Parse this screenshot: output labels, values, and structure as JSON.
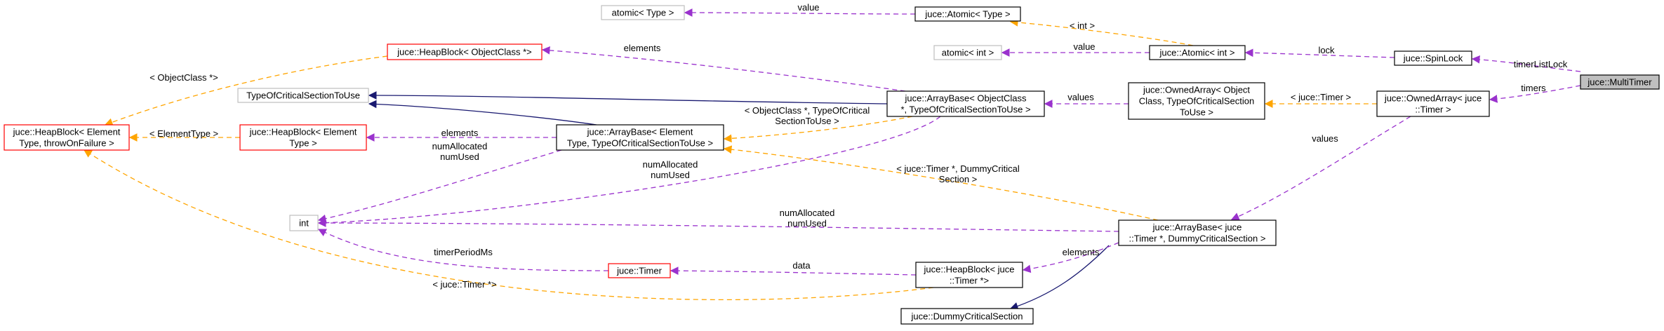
{
  "colors": {
    "usage": "#9a32cd",
    "template": "#ffa500",
    "inheritance": "#191970",
    "incomplete_border": "#ff0000",
    "external_border": "#bfbfbf",
    "normal_border": "#000000",
    "focus_fill": "#bfbfbf"
  },
  "nodes": {
    "multitimer": {
      "lines": [
        "juce::MultiTimer"
      ]
    },
    "spinlock": {
      "lines": [
        "juce::SpinLock"
      ]
    },
    "ownedarray_timer": {
      "lines": [
        "juce::OwnedArray< juce",
        "::Timer >"
      ]
    },
    "atomic_int": {
      "lines": [
        "juce::Atomic< int >"
      ]
    },
    "atomic_type": {
      "lines": [
        "juce::Atomic< Type >"
      ]
    },
    "std_atomic_type": {
      "lines": [
        "atomic< Type >"
      ]
    },
    "std_atomic_int": {
      "lines": [
        "atomic< int >"
      ]
    },
    "ownedarray_objclass": {
      "lines": [
        "juce::OwnedArray< Object",
        "Class, TypeOfCriticalSection",
        "ToUse >"
      ]
    },
    "arraybase_objclass": {
      "lines": [
        "juce::ArrayBase< ObjectClass",
        " *, TypeOfCriticalSectionToUse >"
      ]
    },
    "heapblock_objclass": {
      "lines": [
        "juce::HeapBlock< ObjectClass *>"
      ]
    },
    "typeofcs": {
      "lines": [
        "TypeOfCriticalSectionToUse"
      ]
    },
    "heapblock_generic": {
      "lines": [
        "juce::HeapBlock< Element",
        "Type, throwOnFailure >"
      ]
    },
    "heapblock_elemtype": {
      "lines": [
        "juce::HeapBlock< Element",
        "Type >"
      ]
    },
    "arraybase_elem": {
      "lines": [
        "juce::ArrayBase< Element",
        "Type, TypeOfCriticalSectionToUse >"
      ]
    },
    "int": {
      "lines": [
        "int"
      ]
    },
    "timer": {
      "lines": [
        "juce::Timer"
      ]
    },
    "arraybase_timer": {
      "lines": [
        "juce::ArrayBase< juce",
        "::Timer *, DummyCriticalSection >"
      ]
    },
    "heapblock_timer": {
      "lines": [
        "juce::HeapBlock< juce",
        "::Timer *>"
      ]
    },
    "dummycs": {
      "lines": [
        "juce::DummyCriticalSection"
      ]
    }
  },
  "edges": {
    "timerListLock": {
      "lines": [
        "timerListLock"
      ]
    },
    "timers": {
      "lines": [
        "timers"
      ]
    },
    "lock": {
      "lines": [
        "lock"
      ]
    },
    "value_int": {
      "lines": [
        "value"
      ]
    },
    "value_type": {
      "lines": [
        "value"
      ]
    },
    "int_tmpl": {
      "lines": [
        "< int >"
      ]
    },
    "values_objclass": {
      "lines": [
        "values"
      ]
    },
    "juce_timer_tmpl": {
      "lines": [
        "< juce::Timer >"
      ]
    },
    "elements_objclass": {
      "lines": [
        "elements"
      ]
    },
    "objclass_tmpl": {
      "lines": [
        "< ObjectClass *>"
      ]
    },
    "elementtype_tmpl": {
      "lines": [
        "< ElementType >"
      ]
    },
    "elements_elem": {
      "lines": [
        "elements"
      ]
    },
    "objclass_cs_tmpl": {
      "lines": [
        "< ObjectClass *, TypeOfCritical",
        "SectionToUse >"
      ]
    },
    "numalloc_1": {
      "lines": [
        "numAllocated",
        "numUsed"
      ]
    },
    "numalloc_2": {
      "lines": [
        "numAllocated",
        "numUsed"
      ]
    },
    "numalloc_3": {
      "lines": [
        "numAllocated",
        "numUsed"
      ]
    },
    "timer_dummy_tmpl": {
      "lines": [
        "< juce::Timer *, DummyCritical",
        "Section >"
      ]
    },
    "values_timer": {
      "lines": [
        "values"
      ]
    },
    "elements_timer": {
      "lines": [
        "elements"
      ]
    },
    "data": {
      "lines": [
        "data"
      ]
    },
    "timerPeriodMs": {
      "lines": [
        "timerPeriodMs"
      ]
    },
    "timer_ptr_tmpl": {
      "lines": [
        "< juce::Timer *>"
      ]
    }
  }
}
